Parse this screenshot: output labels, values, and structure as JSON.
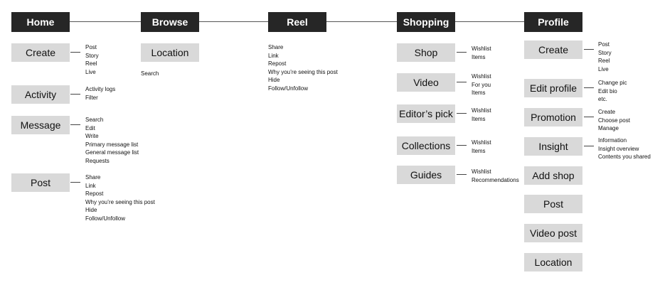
{
  "columns": {
    "home": {
      "title": "Home",
      "groups": [
        {
          "label": "Create",
          "items": [
            "Post",
            "Story",
            "Reel",
            "Live"
          ]
        },
        {
          "label": "Activity",
          "items": [
            "Activity logs",
            "Filter"
          ]
        },
        {
          "label": "Message",
          "items": [
            "Search",
            "Edit",
            "Write",
            "Primary message list",
            "General message list",
            "Requests"
          ]
        },
        {
          "label": "Post",
          "items": [
            "Share",
            "Link",
            "Repost",
            "Why you’re seeing this post",
            "Hide",
            "Follow/Unfollow"
          ]
        }
      ]
    },
    "browse": {
      "title": "Browse",
      "groups": [
        {
          "label": "Location",
          "items": [
            "Search"
          ]
        }
      ]
    },
    "reel": {
      "title": "Reel",
      "items": [
        "Share",
        "Link",
        "Repost",
        "Why you’re seeing this post",
        "Hide",
        "Follow/Unfollow"
      ]
    },
    "shopping": {
      "title": "Shopping",
      "groups": [
        {
          "label": "Shop",
          "items": [
            "Wishlist",
            "Items"
          ]
        },
        {
          "label": "Video",
          "items": [
            "Wishlist",
            "For you",
            "Items"
          ]
        },
        {
          "label": "Editor’s pick",
          "items": [
            "Wishlist",
            "Items"
          ]
        },
        {
          "label": "Collections",
          "items": [
            "Wishlist",
            "Items"
          ]
        },
        {
          "label": "Guides",
          "items": [
            "Wishlist",
            "Recommendations"
          ]
        }
      ]
    },
    "profile": {
      "title": "Profile",
      "groups": [
        {
          "label": "Create",
          "items": [
            "Post",
            "Story",
            "Reel",
            "Live"
          ]
        },
        {
          "label": "Edit profile",
          "items": [
            "Change pic",
            "Edit bio",
            "etc."
          ]
        },
        {
          "label": "Promotion",
          "items": [
            "Create",
            "Choose post",
            "Manage"
          ]
        },
        {
          "label": "Insight",
          "items": [
            "Information",
            "Insight overview",
            "Contents you shared"
          ]
        },
        {
          "label": "Add shop",
          "items": []
        },
        {
          "label": "Post",
          "items": []
        },
        {
          "label": "Video post",
          "items": []
        },
        {
          "label": "Location",
          "items": []
        }
      ]
    }
  }
}
